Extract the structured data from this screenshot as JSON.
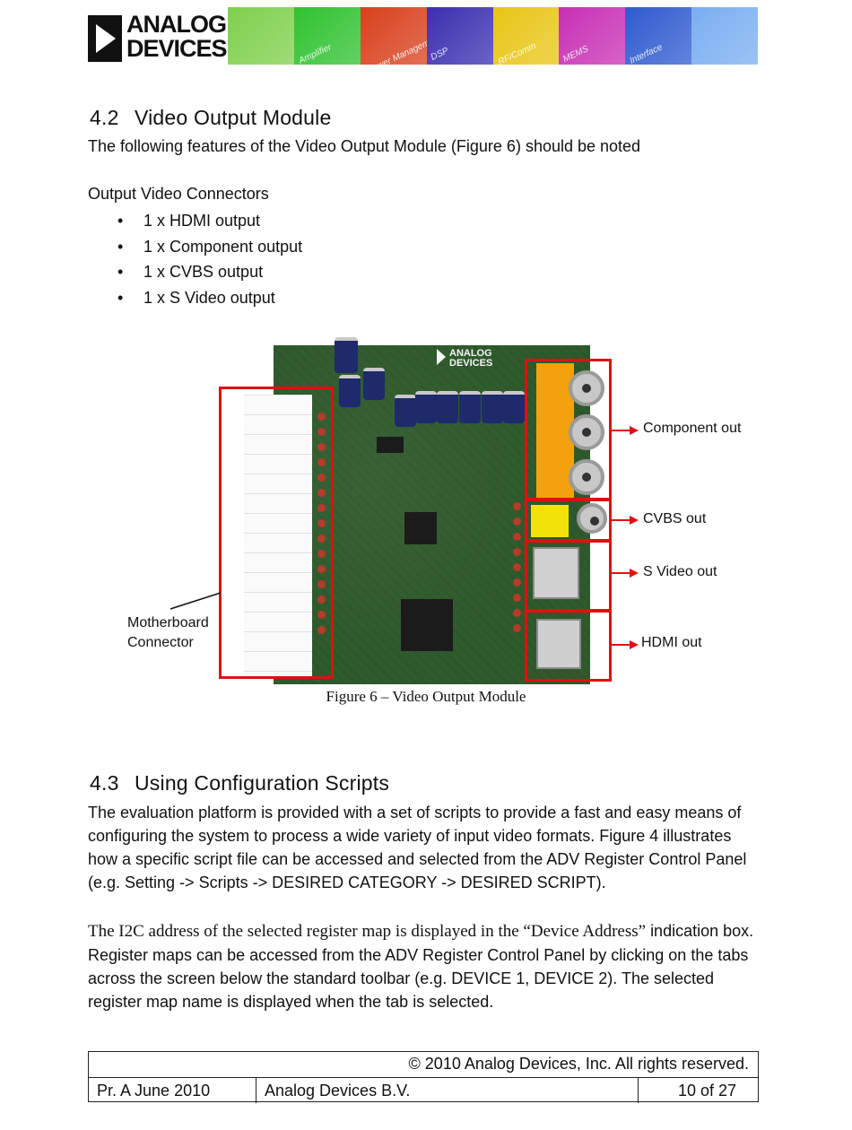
{
  "header": {
    "logo_text": "ANALOG\nDEVICES",
    "banner_words": [
      "",
      "Amplifier",
      "Power Management",
      "DSP",
      "RF/Comm",
      "MEMS",
      "Interface",
      ""
    ],
    "banner_colors": [
      "#7ed04b",
      "#2fc22f",
      "#d8401c",
      "#3a2fb0",
      "#e8c515",
      "#c82fb4",
      "#2f5ad0",
      "#7aaef0"
    ]
  },
  "section42": {
    "number": "4.2",
    "title": "Video Output Module",
    "intro": "The following features of the Video Output Module (Figure 6) should be noted",
    "list_heading": "Output Video Connectors",
    "bullet_glyph": "•",
    "items": [
      "1 x HDMI output",
      "1 x Component output",
      "1 x CVBS output",
      "1 x S Video output"
    ]
  },
  "figure": {
    "board_logo": "ANALOG\nDEVICES",
    "callouts": {
      "component": "Component out",
      "cvbs": "CVBS out",
      "svideo": "S Video out",
      "hdmi": "HDMI out",
      "motherboard": "Motherboard\nConnector"
    },
    "caption": "Figure 6 – Video Output Module",
    "highlight_color": "#e01010"
  },
  "section43": {
    "number": "4.3",
    "title": "Using Configuration Scripts",
    "para1": "The evaluation platform is provided with a set of scripts to provide a fast and easy means of configuring the system to process a wide variety of input video formats. Figure 4 illustrates how a specific script file can be accessed and selected from the ADV Register Control Panel (e.g. Setting -> Scripts -> DESIRED CATEGORY -> DESIRED SCRIPT).",
    "para2_serif": "The I2C address of the selected register map is displayed in the “Device Address”",
    "para2_rest": "indication box. Register maps can be accessed from the ADV Register Control Panel by clicking on the tabs across the screen below the standard toolbar (e.g. DEVICE 1, DEVICE 2). The selected register map name is displayed when the tab is selected."
  },
  "footer": {
    "copyright": "© 2010 Analog Devices, Inc. All rights reserved.",
    "revision": "Pr. A June 2010",
    "company": "Analog Devices B.V.",
    "page": "10 of 27"
  }
}
